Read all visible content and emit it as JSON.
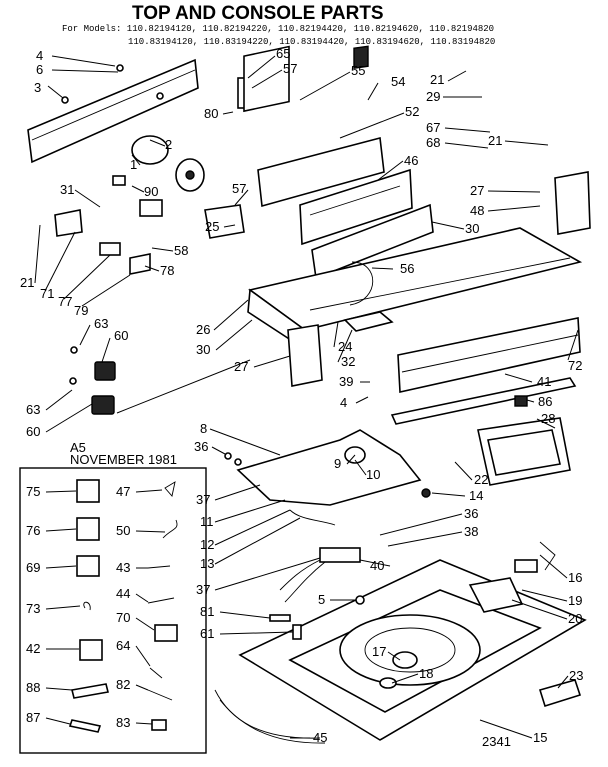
{
  "title": "TOP AND CONSOLE PARTS",
  "models_line1": "For Models: 110.82194120, 110.82194220, 110.82194420, 110.82194620, 110.82194820",
  "models_line2": "110.83194120, 110.83194220, 110.83194420, 110.83194620, 110.83194820",
  "revision": "A5",
  "date": "NOVEMBER 1981",
  "drawing_number": "2341",
  "callouts": [
    "4",
    "6",
    "3",
    "65",
    "57",
    "55",
    "54",
    "21",
    "29",
    "80",
    "52",
    "67",
    "68",
    "2",
    "1",
    "46",
    "21",
    "31",
    "90",
    "57",
    "27",
    "48",
    "25",
    "30",
    "56",
    "21",
    "71",
    "77",
    "79",
    "58",
    "78",
    "63",
    "60",
    "26",
    "30",
    "24",
    "27",
    "32",
    "72",
    "39",
    "41",
    "4",
    "86",
    "63",
    "60",
    "28",
    "8",
    "36",
    "9",
    "10",
    "22",
    "14",
    "37",
    "11",
    "12",
    "13",
    "36",
    "38",
    "37",
    "40",
    "16",
    "19",
    "20",
    "5",
    "81",
    "61",
    "17",
    "18",
    "23",
    "45",
    "15"
  ],
  "legend_callouts": [
    "75",
    "47",
    "76",
    "50",
    "69",
    "43",
    "73",
    "44",
    "70",
    "42",
    "64",
    "88",
    "82",
    "87",
    "83"
  ]
}
